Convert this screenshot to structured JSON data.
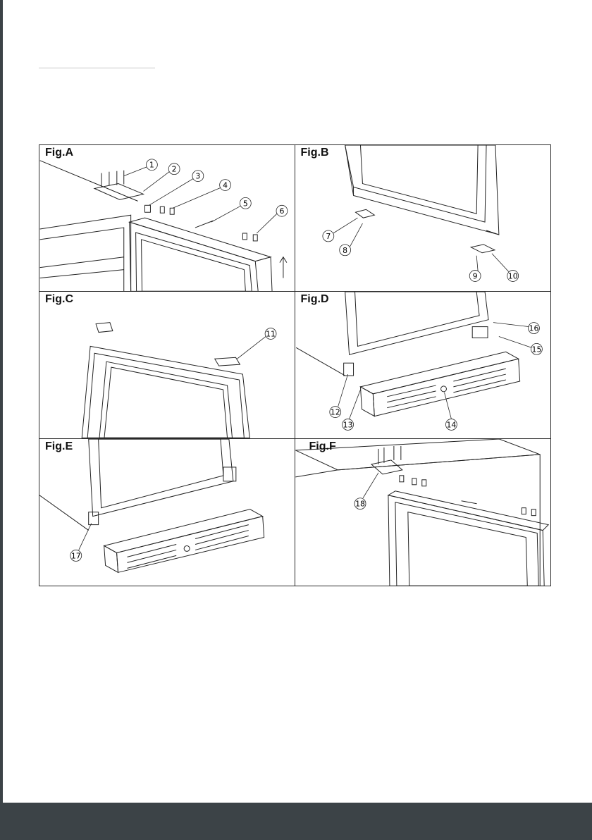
{
  "figures": [
    {
      "label": "Fig.A",
      "callouts": [
        "1",
        "2",
        "3",
        "4",
        "5",
        "6"
      ]
    },
    {
      "label": "Fig.B",
      "callouts": [
        "7",
        "8",
        "9",
        "10"
      ]
    },
    {
      "label": "Fig.C",
      "callouts": [
        "11"
      ]
    },
    {
      "label": "Fig.D",
      "callouts": [
        "12",
        "13",
        "14",
        "15",
        "16"
      ]
    },
    {
      "label": "Fig.E",
      "callouts": [
        "17"
      ]
    },
    {
      "label": "Fig.F",
      "callouts": [
        "18"
      ]
    }
  ],
  "colors": {
    "border": "#2a2a2a",
    "footer": "#3c4347"
  }
}
